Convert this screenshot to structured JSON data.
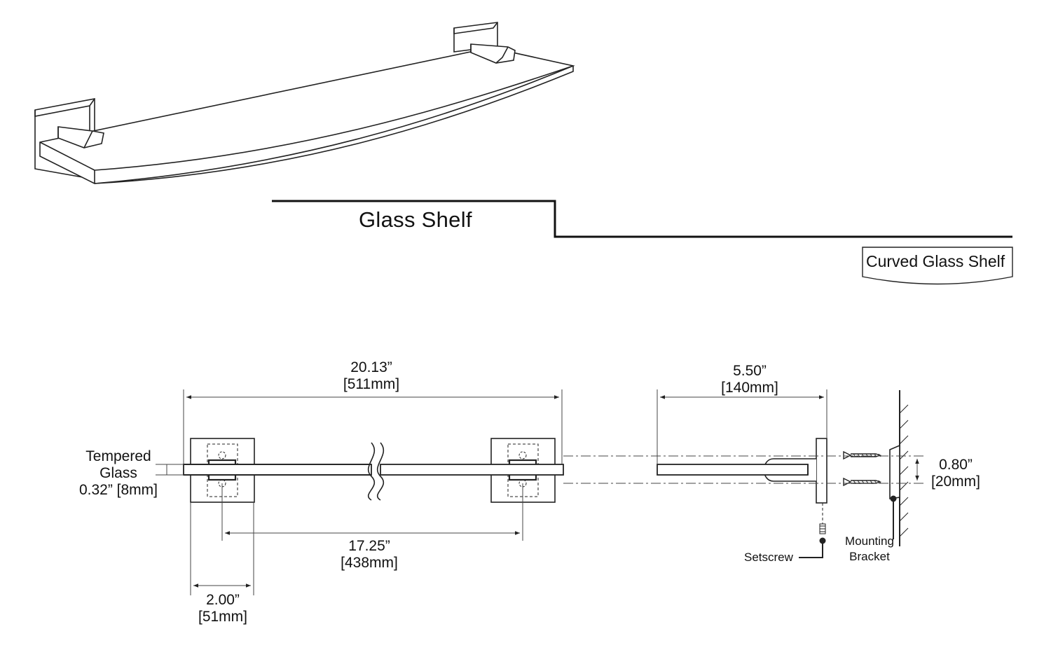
{
  "product": {
    "title": "Glass Shelf",
    "badge": "Curved Glass Shelf"
  },
  "dimensions": {
    "overall_length": {
      "imperial": "20.13”",
      "metric": "[511mm]"
    },
    "bracket_spacing": {
      "imperial": "17.25”",
      "metric": "[438mm]"
    },
    "bracket_width": {
      "imperial": "2.00”",
      "metric": "[51mm]"
    },
    "projection": {
      "imperial": "5.50”",
      "metric": "[140mm]"
    },
    "mount_height": {
      "imperial": "0.80”",
      "metric": "[20mm]"
    },
    "glass": {
      "line1": "Tempered",
      "line2": "Glass",
      "line3": "0.32” [8mm]"
    }
  },
  "callouts": {
    "setscrew": "Setscrew",
    "mounting_bracket_line1": "Mounting",
    "mounting_bracket_line2": "Bracket"
  }
}
